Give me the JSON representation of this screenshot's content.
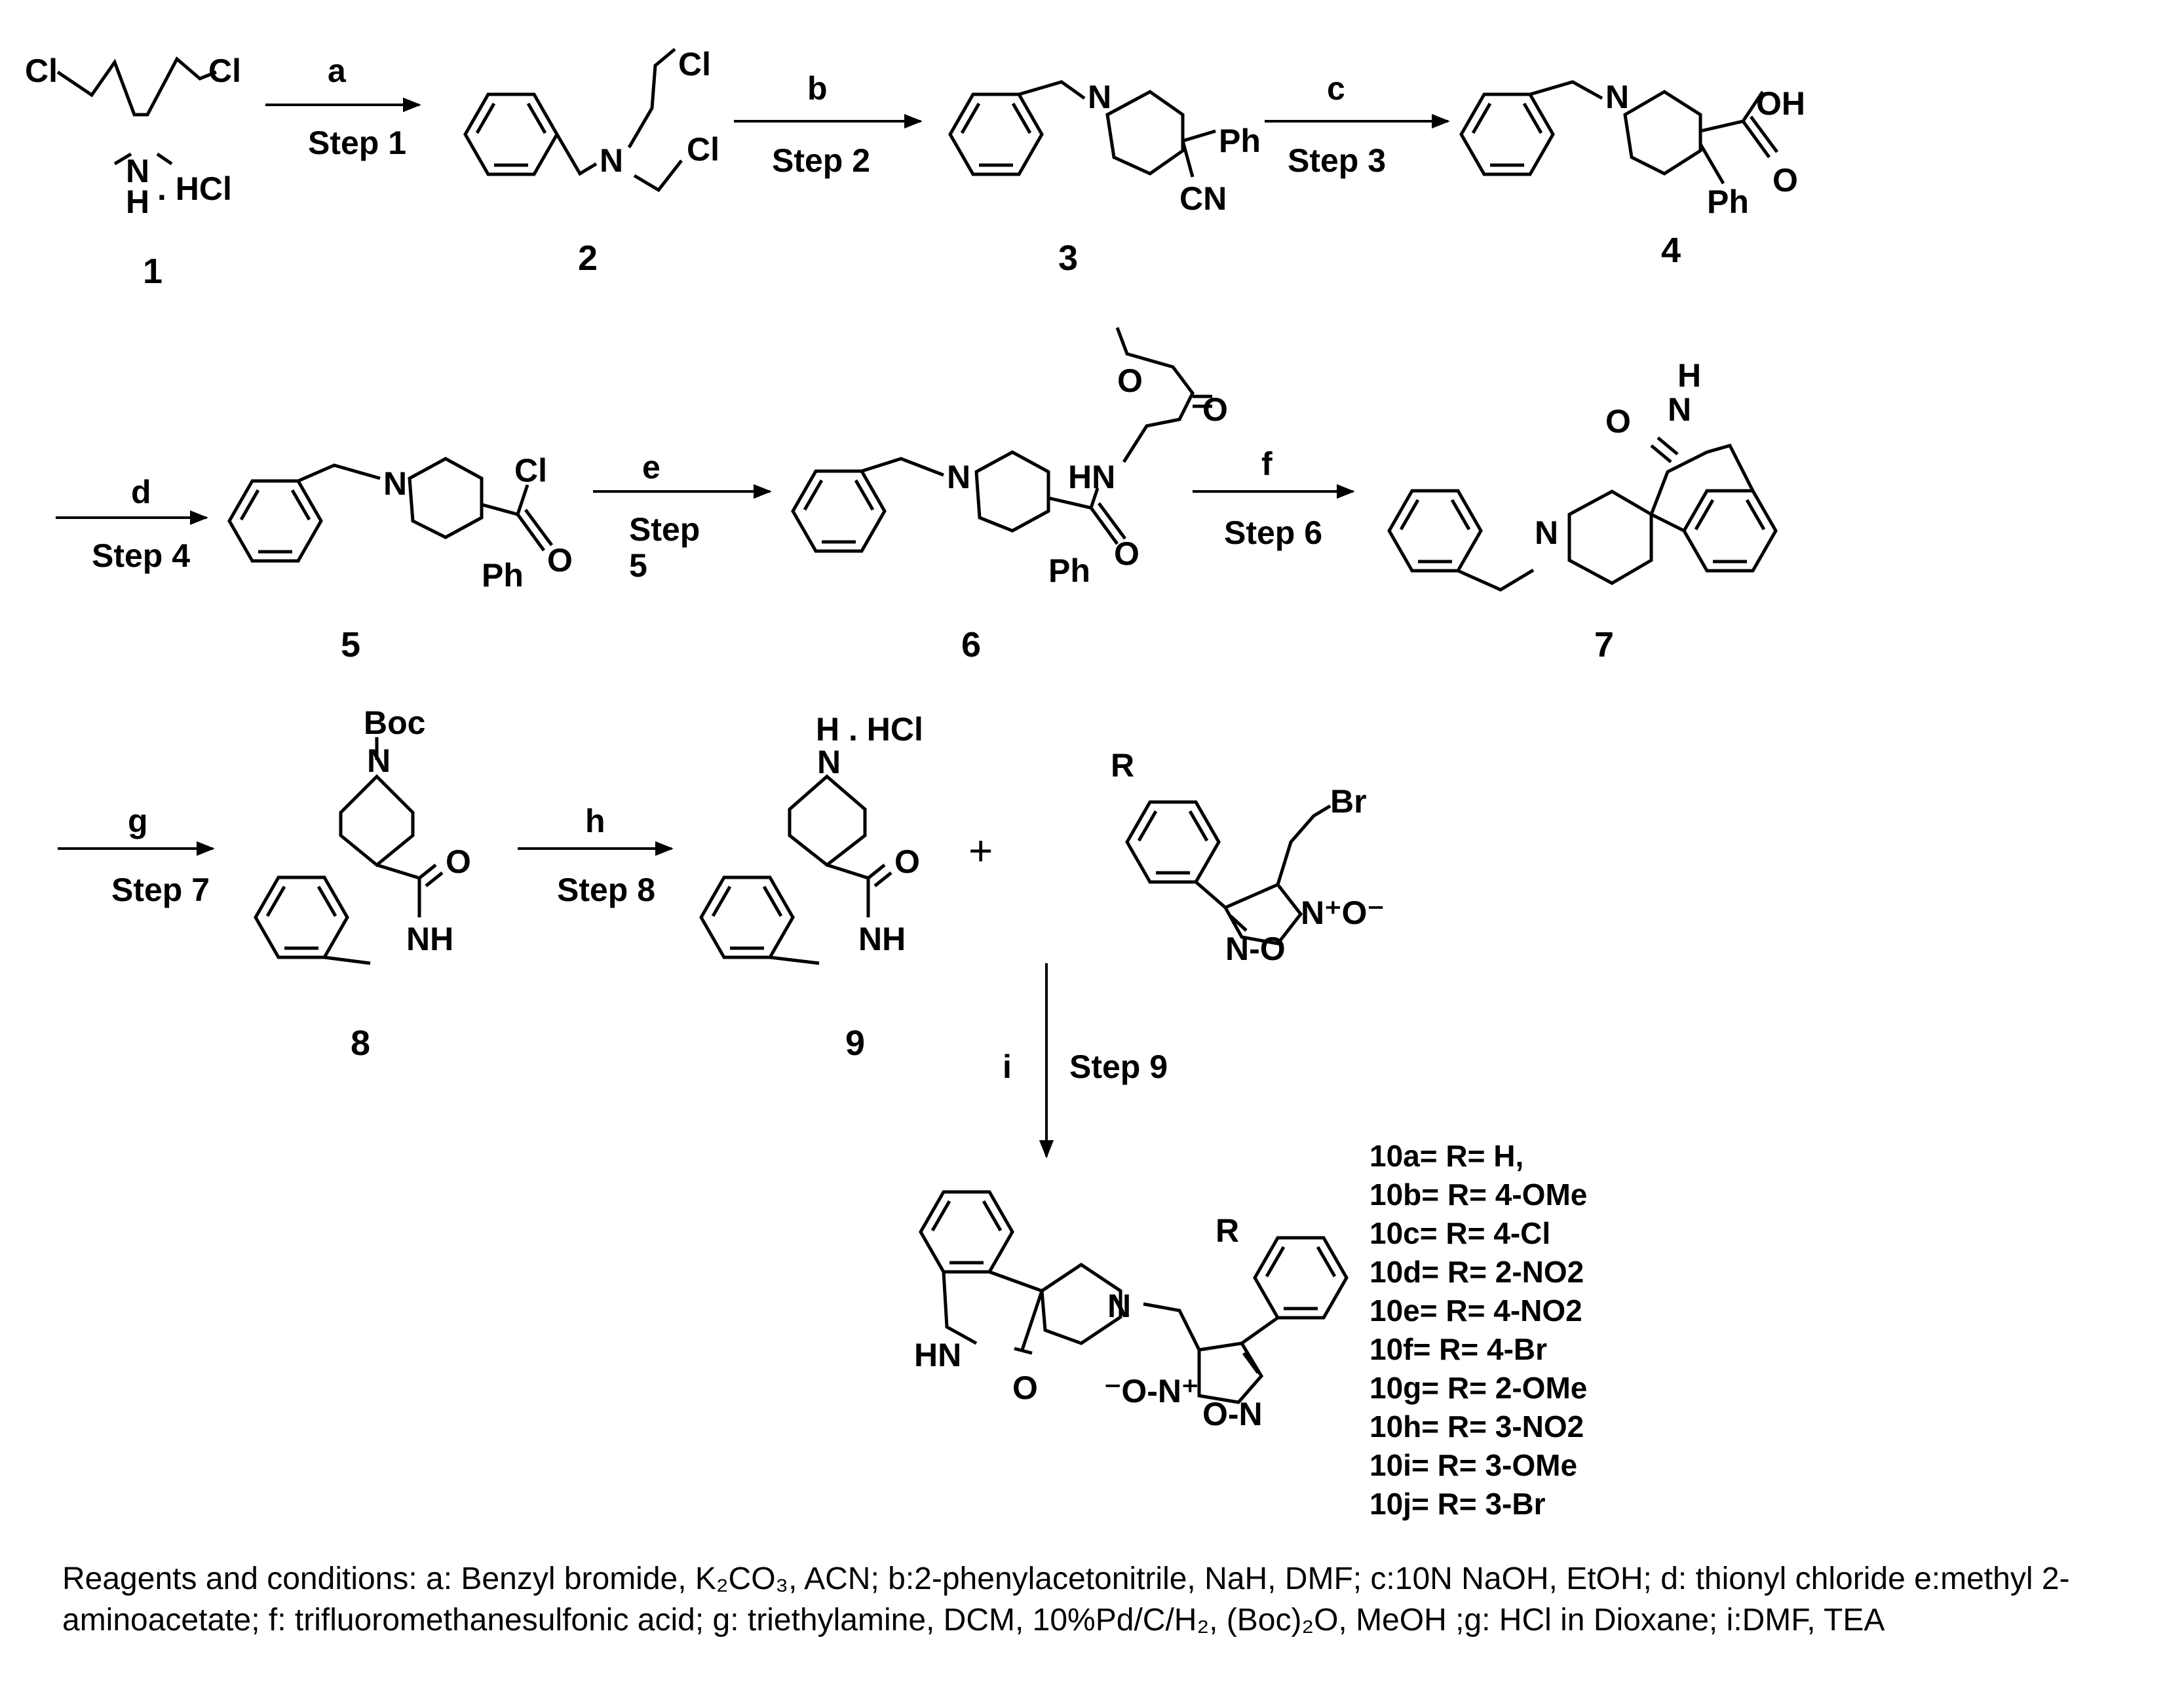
{
  "compounds": [
    "1",
    "2",
    "3",
    "4",
    "5",
    "6",
    "7",
    "8",
    "9"
  ],
  "arrows": [
    {
      "reagent": "a",
      "step": "Step 1"
    },
    {
      "reagent": "b",
      "step": "Step 2"
    },
    {
      "reagent": "c",
      "step": "Step 3"
    },
    {
      "reagent": "d",
      "step": "Step 4"
    },
    {
      "reagent": "e",
      "step": "Step",
      "step2": "5"
    },
    {
      "reagent": "f",
      "step": "Step 6"
    },
    {
      "reagent": "g",
      "step": "Step 7"
    },
    {
      "reagent": "h",
      "step": "Step 8"
    },
    {
      "reagent": "i",
      "step": "Step 9"
    }
  ],
  "atoms": {
    "cl": "Cl",
    "n": "N",
    "h": "H",
    "hcl_dot": ". HCl",
    "h_hcl": "H . HCl",
    "ph": "Ph",
    "cn": "CN",
    "oh": "OH",
    "o": "O",
    "hn": "HN",
    "nh": "NH",
    "boc": "Boc",
    "br": "Br",
    "r": "R",
    "nplus_ominus": "N⁺O⁻",
    "n_o": "N-O",
    "ominus_nplus": "⁻O-N⁺",
    "o_n": "O-N"
  },
  "plus_sign": "+",
  "products": [
    "10a= R= H,",
    "10b= R= 4-OMe",
    "10c= R= 4-Cl",
    "10d= R= 2-NO2",
    "10e= R= 4-NO2",
    "10f= R= 4-Br",
    "10g= R= 2-OMe",
    "10h= R= 3-NO2",
    "10i= R= 3-OMe",
    "10j= R= 3-Br"
  ],
  "caption": "Reagents and conditions: a: Benzyl bromide, K₂CO₃, ACN; b:2-phenylacetonitrile, NaH, DMF; c:10N NaOH, EtOH; d: thionyl chloride e:methyl 2-aminoacetate; f: trifluoromethanesulfonic acid; g: triethylamine, DCM, 10%Pd/C/H₂, (Boc)₂O, MeOH ;g: HCl in Dioxane; i:DMF, TEA"
}
